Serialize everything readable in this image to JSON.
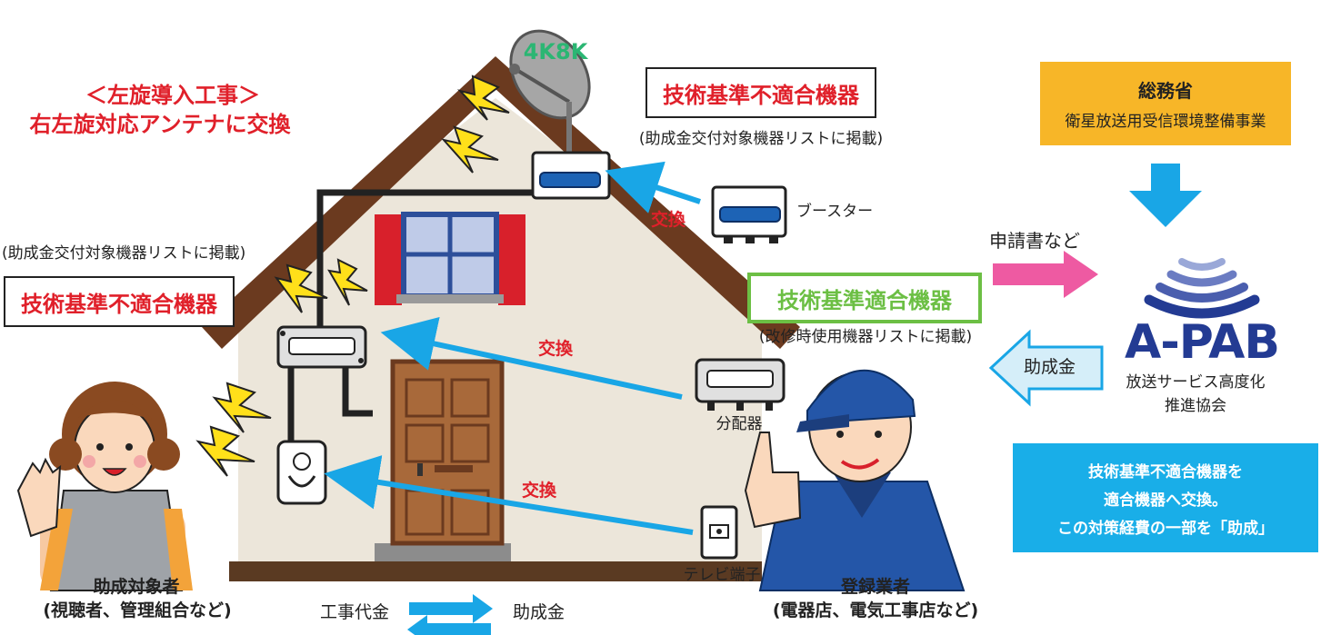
{
  "colors": {
    "red": "#e0202a",
    "blue_arrow": "#19a6e6",
    "pink_arrow": "#ee5aa2",
    "green": "#6cbf44",
    "orange": "#f7b628",
    "navy": "#233b93",
    "cyan_box": "#19aee8",
    "roof": "#6b3a1f",
    "wall": "#ece6da"
  },
  "intro": {
    "line1": "＜左旋導入工事＞",
    "line2": "右左旋対応アンテナに交換"
  },
  "antenna": {
    "badge": "4K8K"
  },
  "nonconforming_top": {
    "title": "技術基準不適合機器",
    "note": "(助成金交付対象機器リストに掲載)"
  },
  "nonconforming_left": {
    "note": "(助成金交付対象機器リストに掲載)",
    "title": "技術基準不適合機器"
  },
  "conforming": {
    "title": "技術基準適合機器",
    "note": "(改修時使用機器リストに掲載)"
  },
  "devices": {
    "booster": "ブースター",
    "splitter": "分配器",
    "tv_outlet": "テレビ端子"
  },
  "exchange": {
    "booster": "交換",
    "splitter": "交換",
    "outlet": "交換"
  },
  "people": {
    "recipient_name": "助成対象者",
    "recipient_sub": "(視聴者、管理組合など)",
    "contractor_name": "登録業者",
    "contractor_sub": "(電器店、電気工事店など)"
  },
  "payment": {
    "cost": "工事代金",
    "subsidy": "助成金"
  },
  "ministry": {
    "name": "総務省",
    "program": "衛星放送用受信環境整備事業"
  },
  "flows": {
    "application": "申請書など",
    "subsidy": "助成金"
  },
  "apab": {
    "logo": "A-PAB",
    "line1": "放送サービス高度化",
    "line2": "推進協会"
  },
  "summary": {
    "line1": "技術基準不適合機器を",
    "line2": "適合機器へ交換。",
    "line3": "この対策経費の一部を「助成」"
  }
}
